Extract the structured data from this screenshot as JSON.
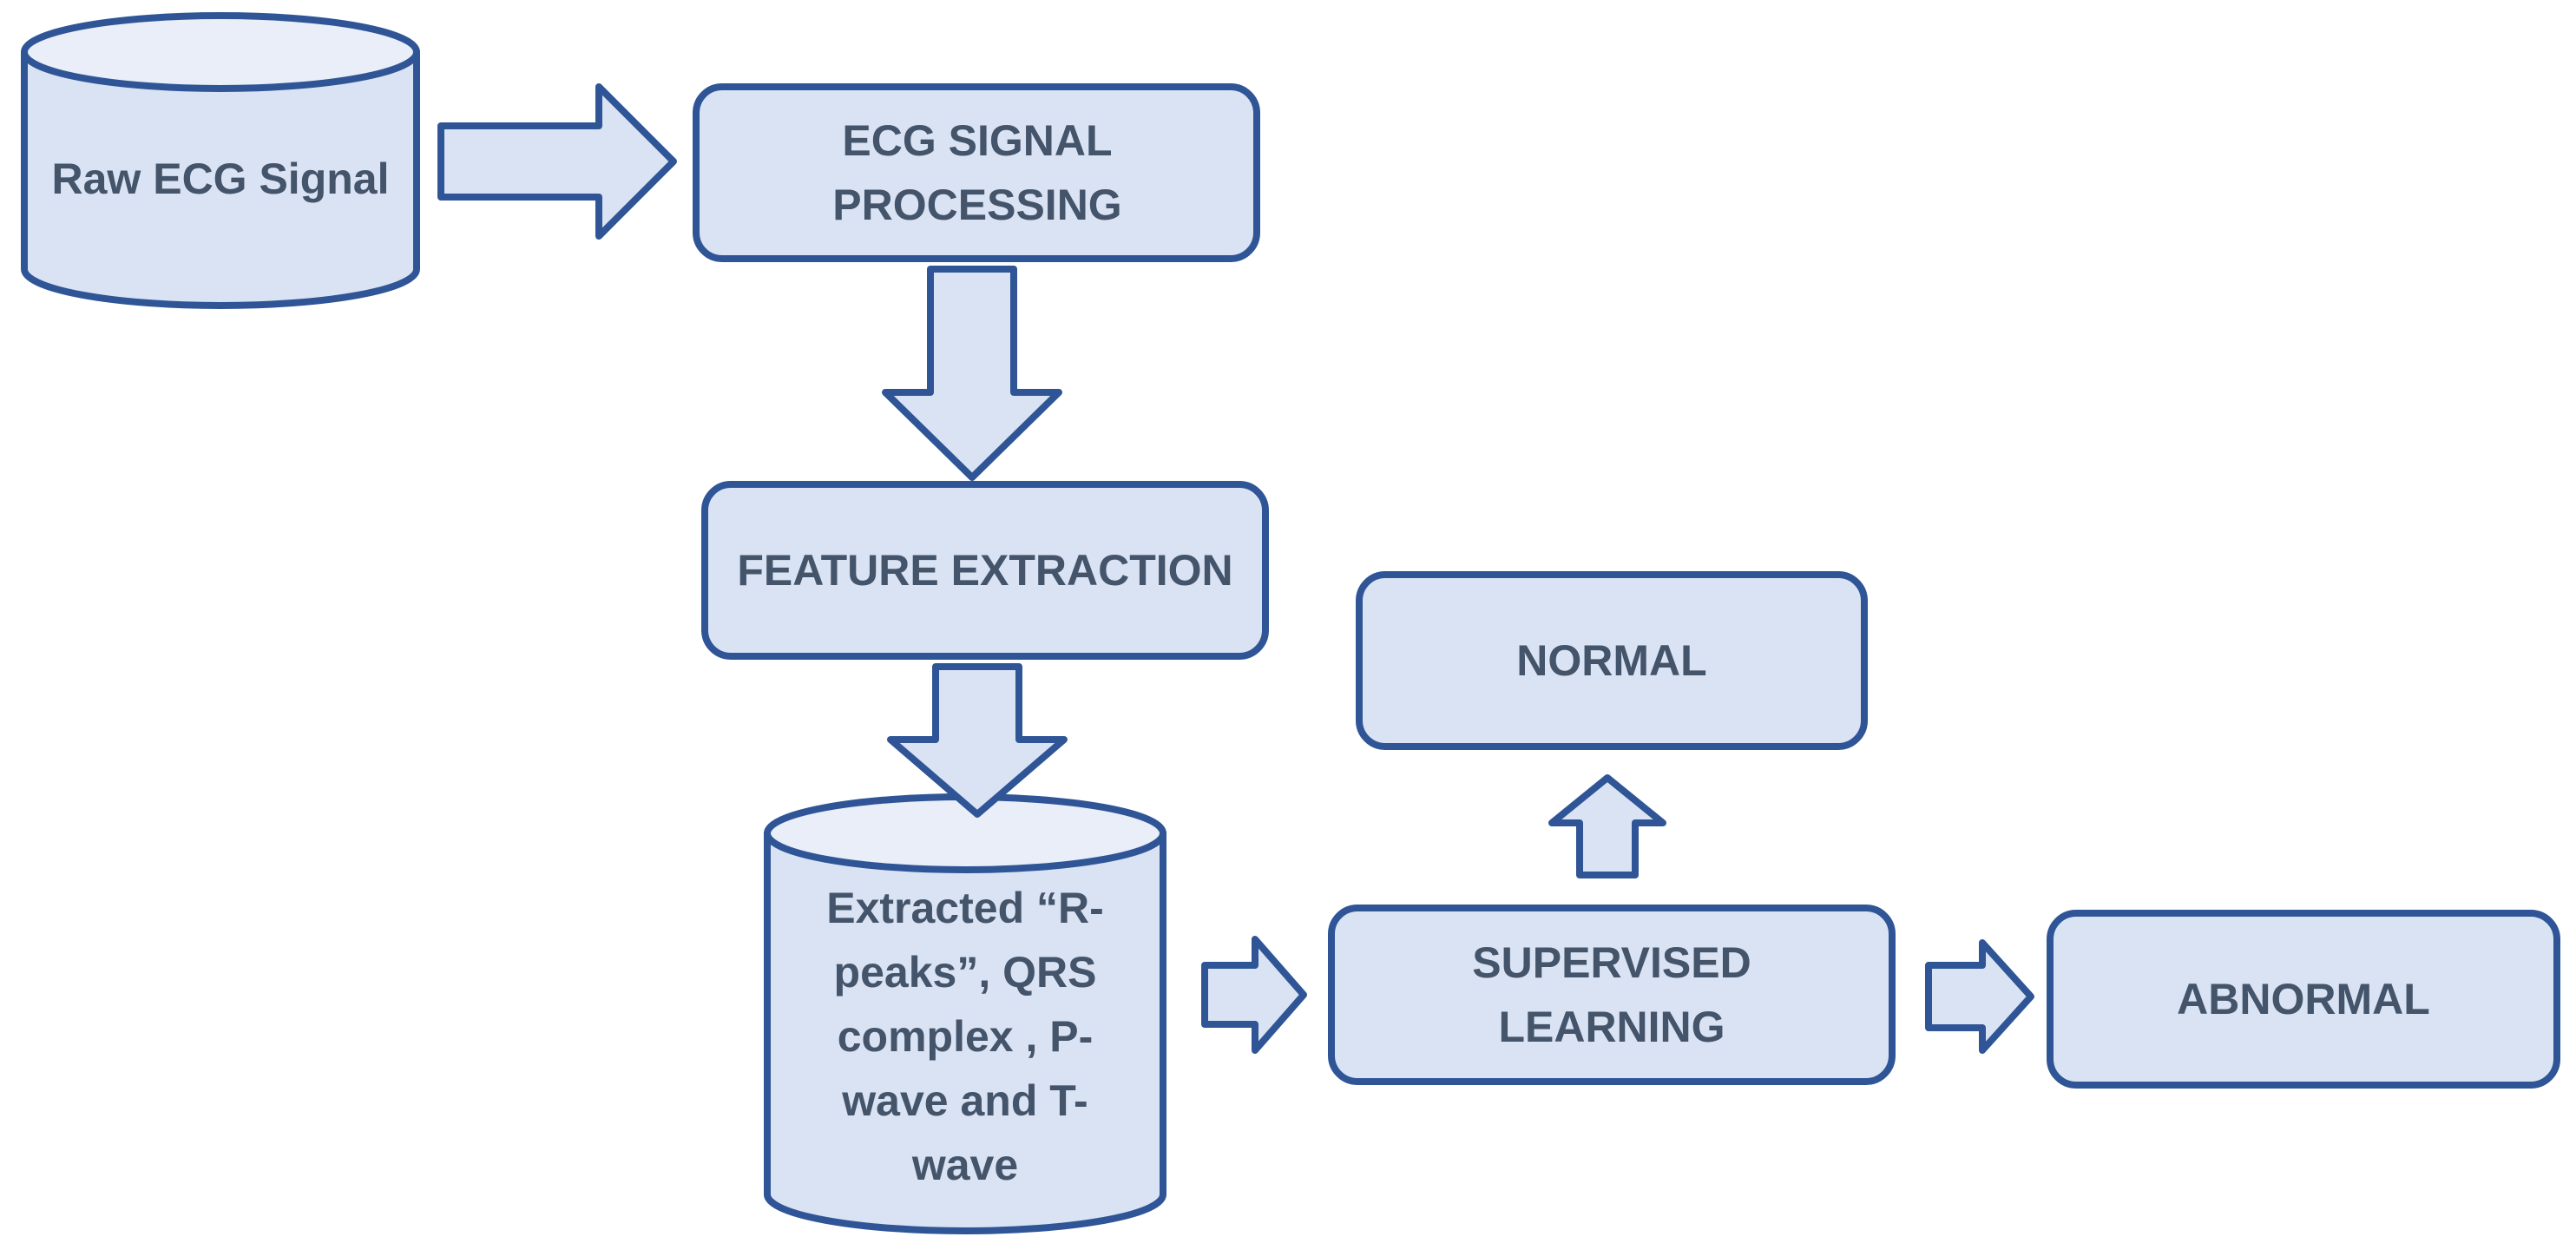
{
  "colors": {
    "fill": "#dae3f3",
    "fill_top": "#e9eef8",
    "stroke": "#2f5597",
    "text": "#44546a"
  },
  "nodes": {
    "raw_signal": {
      "lines": [
        "Raw ECG Signal"
      ]
    },
    "signal_processing": {
      "lines": [
        "ECG SIGNAL",
        "PROCESSING"
      ]
    },
    "feature_extraction": {
      "lines": [
        "FEATURE EXTRACTION"
      ]
    },
    "extracted_features": {
      "lines": [
        "Extracted “R-",
        "peaks”, QRS",
        "complex , P-",
        "wave and T-",
        "wave"
      ]
    },
    "supervised_learning": {
      "lines": [
        "SUPERVISED",
        "LEARNING"
      ]
    },
    "normal": {
      "lines": [
        "NORMAL"
      ]
    },
    "abnormal": {
      "lines": [
        "ABNORMAL"
      ]
    }
  }
}
